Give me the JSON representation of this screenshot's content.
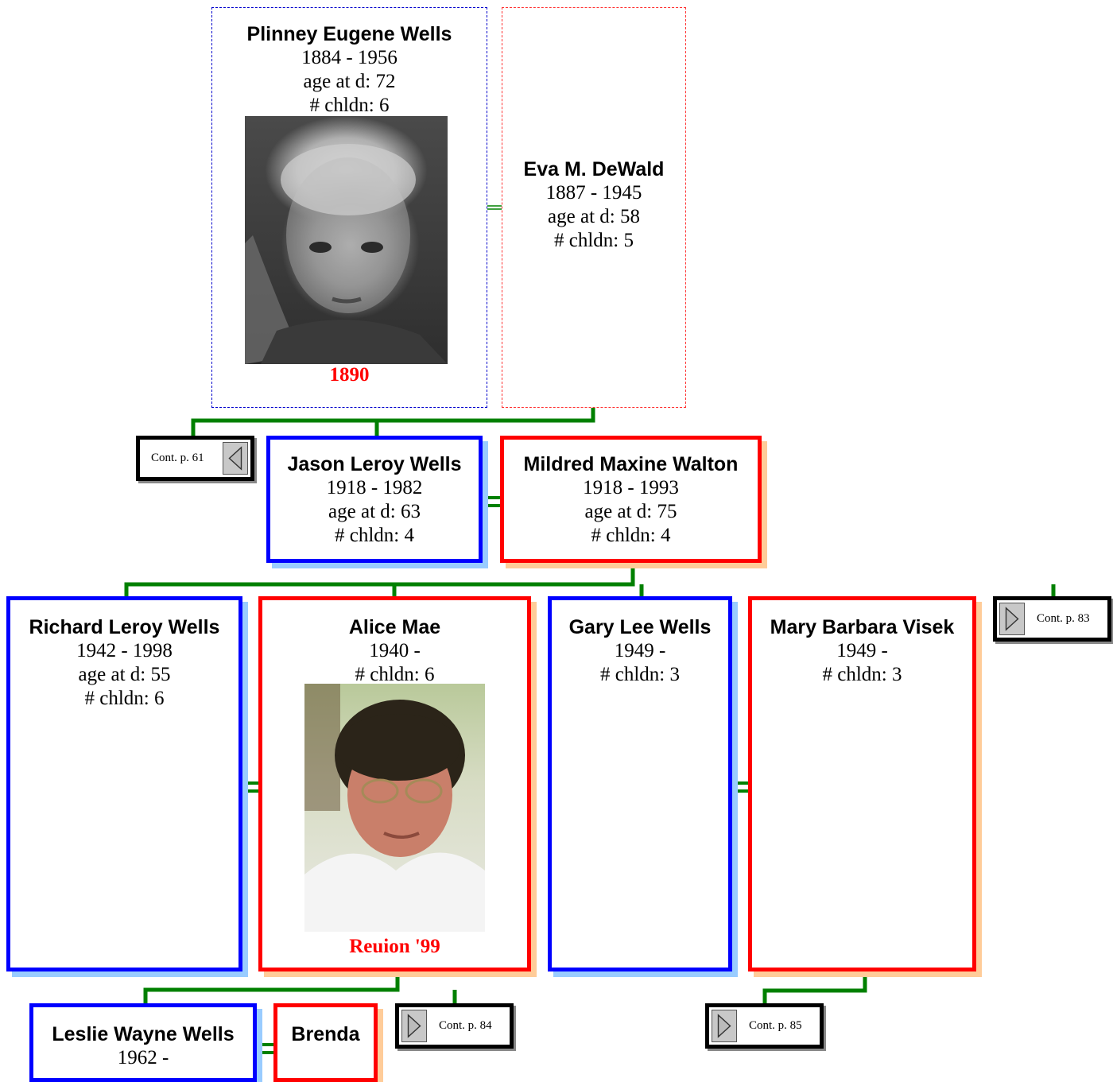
{
  "colors": {
    "male_border": "#0000ff",
    "female_border": "#ff0000",
    "male_shadow": "#99ccff",
    "female_shadow": "#ffcc99",
    "connector": "#008000",
    "caption": "#ff0000"
  },
  "gen1": {
    "father": {
      "name": "Plinney Eugene Wells",
      "dates": "1884 - 1956",
      "age": "age at d: 72",
      "children": "# chldn: 6",
      "photo_caption": "1890"
    },
    "mother": {
      "name": "Eva M. DeWald",
      "dates": "1887 - 1945",
      "age": "age at d: 58",
      "children": "# chldn: 5"
    }
  },
  "gen2": {
    "cont_left": "Cont. p. 61",
    "husband": {
      "name": "Jason Leroy Wells",
      "dates": "1918 - 1982",
      "age": "age at d: 63",
      "children": "# chldn: 4"
    },
    "wife": {
      "name": "Mildred Maxine Walton",
      "dates": "1918 - 1993",
      "age": "age at d: 75",
      "children": "# chldn: 4"
    }
  },
  "gen3": {
    "richard": {
      "name": "Richard Leroy Wells",
      "dates": "1942 - 1998",
      "age": "age at d: 55",
      "children": "# chldn: 6"
    },
    "alice": {
      "name": "Alice Mae",
      "dates": "1940 -",
      "children": "# chldn: 6",
      "photo_caption": "Reuion '99"
    },
    "gary": {
      "name": "Gary Lee Wells",
      "dates": "1949 -",
      "children": "# chldn: 3"
    },
    "mary": {
      "name": "Mary Barbara Visek",
      "dates": "1949 -",
      "children": "# chldn: 3"
    },
    "cont_right": "Cont. p. 83"
  },
  "gen4": {
    "leslie": {
      "name": "Leslie Wayne Wells",
      "dates": "1962 -"
    },
    "brenda": {
      "name": "Brenda"
    },
    "cont_84": "Cont. p. 84",
    "cont_85": "Cont. p. 85"
  }
}
